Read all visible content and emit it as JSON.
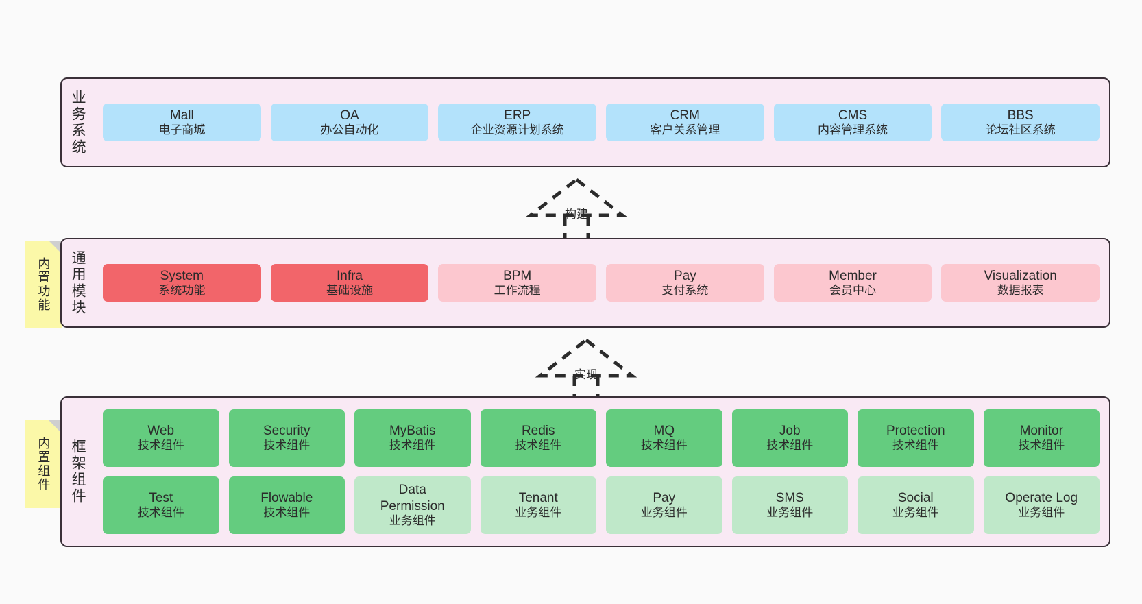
{
  "diagram": {
    "background_color": "#fafafa",
    "panel_fill": "#f9e9f4",
    "panel_border": "#3a3038"
  },
  "layers": [
    {
      "id": "business-systems",
      "title": "业务系统",
      "rows": [
        {
          "cards": [
            {
              "name": "Mall",
              "sub": "电子商城",
              "color": "#b3e2fb",
              "tone": "c-blue"
            },
            {
              "name": "OA",
              "sub": "办公自动化",
              "color": "#b3e2fb",
              "tone": "c-blue"
            },
            {
              "name": "ERP",
              "sub": "企业资源计划系统",
              "color": "#b3e2fb",
              "tone": "c-blue"
            },
            {
              "name": "CRM",
              "sub": "客户关系管理",
              "color": "#b3e2fb",
              "tone": "c-blue"
            },
            {
              "name": "CMS",
              "sub": "内容管理系统",
              "color": "#b3e2fb",
              "tone": "c-blue"
            },
            {
              "name": "BBS",
              "sub": "论坛社区系统",
              "color": "#b3e2fb",
              "tone": "c-blue"
            }
          ]
        }
      ]
    },
    {
      "id": "common-modules",
      "title": "通用模块",
      "sticky": "内置功能",
      "rows": [
        {
          "cards": [
            {
              "name": "System",
              "sub": "系统功能",
              "color": "#f2656a",
              "tone": "c-red"
            },
            {
              "name": "Infra",
              "sub": "基础设施",
              "color": "#f2656a",
              "tone": "c-red"
            },
            {
              "name": "BPM",
              "sub": "工作流程",
              "color": "#fcc7cf",
              "tone": "c-pink"
            },
            {
              "name": "Pay",
              "sub": "支付系统",
              "color": "#fcc7cf",
              "tone": "c-pink"
            },
            {
              "name": "Member",
              "sub": "会员中心",
              "color": "#fcc7cf",
              "tone": "c-pink"
            },
            {
              "name": "Visualization",
              "sub": "数据报表",
              "color": "#fcc7cf",
              "tone": "c-pink"
            }
          ]
        }
      ]
    },
    {
      "id": "framework-components",
      "title": "框架组件",
      "sticky": "内置组件",
      "rows": [
        {
          "cards": [
            {
              "name": "Web",
              "sub": "技术组件",
              "color": "#64cc7f",
              "tone": "c-green"
            },
            {
              "name": "Security",
              "sub": "技术组件",
              "color": "#64cc7f",
              "tone": "c-green"
            },
            {
              "name": "MyBatis",
              "sub": "技术组件",
              "color": "#64cc7f",
              "tone": "c-green"
            },
            {
              "name": "Redis",
              "sub": "技术组件",
              "color": "#64cc7f",
              "tone": "c-green"
            },
            {
              "name": "MQ",
              "sub": "技术组件",
              "color": "#64cc7f",
              "tone": "c-green"
            },
            {
              "name": "Job",
              "sub": "技术组件",
              "color": "#64cc7f",
              "tone": "c-green"
            },
            {
              "name": "Protection",
              "sub": "技术组件",
              "color": "#64cc7f",
              "tone": "c-green"
            },
            {
              "name": "Monitor",
              "sub": "技术组件",
              "color": "#64cc7f",
              "tone": "c-green"
            }
          ]
        },
        {
          "cards": [
            {
              "name": "Test",
              "sub": "技术组件",
              "color": "#64cc7f",
              "tone": "c-green"
            },
            {
              "name": "Flowable",
              "sub": "技术组件",
              "color": "#64cc7f",
              "tone": "c-green"
            },
            {
              "name": "Data Permission",
              "sub": "业务组件",
              "color": "#bfe8c9",
              "tone": "c-greenlight"
            },
            {
              "name": "Tenant",
              "sub": "业务组件",
              "color": "#bfe8c9",
              "tone": "c-greenlight"
            },
            {
              "name": "Pay",
              "sub": "业务组件",
              "color": "#bfe8c9",
              "tone": "c-greenlight"
            },
            {
              "name": "SMS",
              "sub": "业务组件",
              "color": "#bfe8c9",
              "tone": "c-greenlight"
            },
            {
              "name": "Social",
              "sub": "业务组件",
              "color": "#bfe8c9",
              "tone": "c-greenlight"
            },
            {
              "name": "Operate Log",
              "sub": "业务组件",
              "color": "#bfe8c9",
              "tone": "c-greenlight"
            }
          ]
        }
      ]
    }
  ],
  "connectors": [
    {
      "id": "build",
      "label": "构建",
      "style": "dashed-hollow-triangle-up"
    },
    {
      "id": "implement",
      "label": "实现",
      "style": "dashed-hollow-triangle-up"
    }
  ]
}
